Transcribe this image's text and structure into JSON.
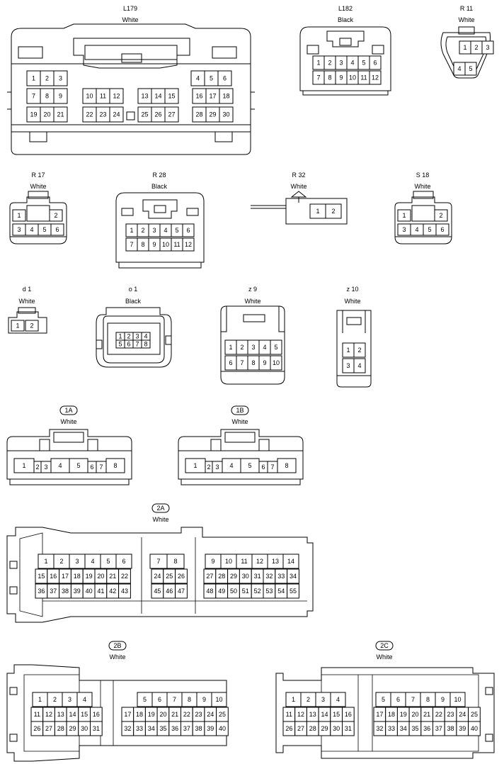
{
  "connectors": [
    {
      "id": "L179",
      "color": "White"
    },
    {
      "id": "L182",
      "color": "Black"
    },
    {
      "id": "R 11",
      "color": "White"
    },
    {
      "id": "R 17",
      "color": "White"
    },
    {
      "id": "R 28",
      "color": "Black"
    },
    {
      "id": "R 32",
      "color": "White"
    },
    {
      "id": "S 18",
      "color": "White"
    },
    {
      "id": "d 1",
      "color": "White"
    },
    {
      "id": "o 1",
      "color": "Black"
    },
    {
      "id": "z 9",
      "color": "White"
    },
    {
      "id": "z 10",
      "color": "White"
    },
    {
      "id": "1A",
      "color": "White"
    },
    {
      "id": "1B",
      "color": "White"
    },
    {
      "id": "2A",
      "color": "White"
    },
    {
      "id": "2B",
      "color": "White"
    },
    {
      "id": "2C",
      "color": "White"
    }
  ]
}
